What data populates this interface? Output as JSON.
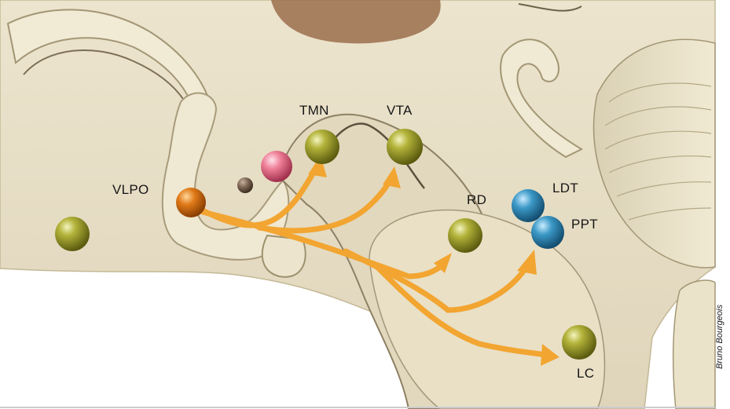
{
  "labels": {
    "vlpo": "VLPO",
    "tmn": "TMN",
    "vta": "VTA",
    "rd": "RD",
    "ldt": "LDT",
    "ppt": "PPT",
    "lc": "LC"
  },
  "credit": "Bruno Bourgeois",
  "colors": {
    "background": "#ffffff",
    "brain_tissue": "#e6ddc6",
    "brain_shadow": "#b9ad93",
    "arrow": "#f2a531",
    "nucleus_olive": "#9a9a24",
    "nucleus_orange": "#d9761a",
    "nucleus_pink": "#e66b86",
    "nucleus_blue": "#2f86b3",
    "nucleus_brown": "#6e5a48"
  }
}
